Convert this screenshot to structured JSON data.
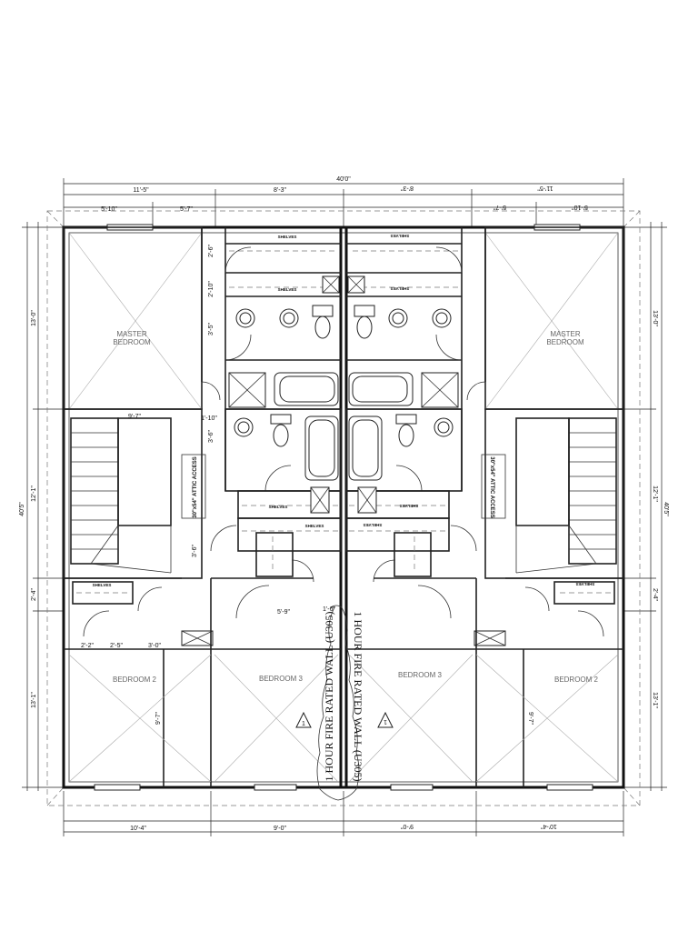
{
  "overall": {
    "width": "40'0\"",
    "depth": "40'5\""
  },
  "top_dims": {
    "segments": [
      "11'-5\"",
      "8'-3\"",
      "8'-3\"",
      "11'-5\""
    ],
    "sub": [
      "5'-10\"",
      "5'-7\"",
      "5'-7\"",
      "5'-10\""
    ]
  },
  "bottom_dims": {
    "segments": [
      "10'-4\"",
      "9'-0\"",
      "9'-0\"",
      "10'-4\""
    ]
  },
  "left_dims": {
    "segments": [
      "13'-0\"",
      "12'-1\"",
      "2'-4\"",
      "13'-1\""
    ]
  },
  "right_dims": {
    "segments": [
      "13'-0\"",
      "12'-1\"",
      "2'-4\"",
      "13'-1\""
    ]
  },
  "rooms": {
    "master_left": [
      "MASTER",
      "BEDROOM"
    ],
    "master_right": [
      "MASTER",
      "BEDROOM"
    ],
    "bed2_left": "BEDROOM 2",
    "bed3_left": "BEDROOM 3",
    "bed3_right": "BEDROOM 3",
    "bed2_right": "BEDROOM 2"
  },
  "labels": {
    "shelves": "SHELVES",
    "attic": "30\"x54\" ATTIC ACCESS",
    "fire_wall": "1 HOUR FIRE RATED WALL (U305)",
    "tag": "1"
  },
  "inner_dims": {
    "stair": "9'-7\"",
    "hall_a": "1'-10\"",
    "closet_a": "3'-6\"",
    "closet_b": "3'-5\"",
    "closet_c": "2'-10\"",
    "closet_d": "2'-6\"",
    "hall_b": "5'-9\"",
    "hall_c": "1'-6\"",
    "hall_d": "2'-5\"",
    "hall_e": "3'-0\"",
    "hall_f": "2'-2\"",
    "bed_dim": "9'-7\""
  }
}
